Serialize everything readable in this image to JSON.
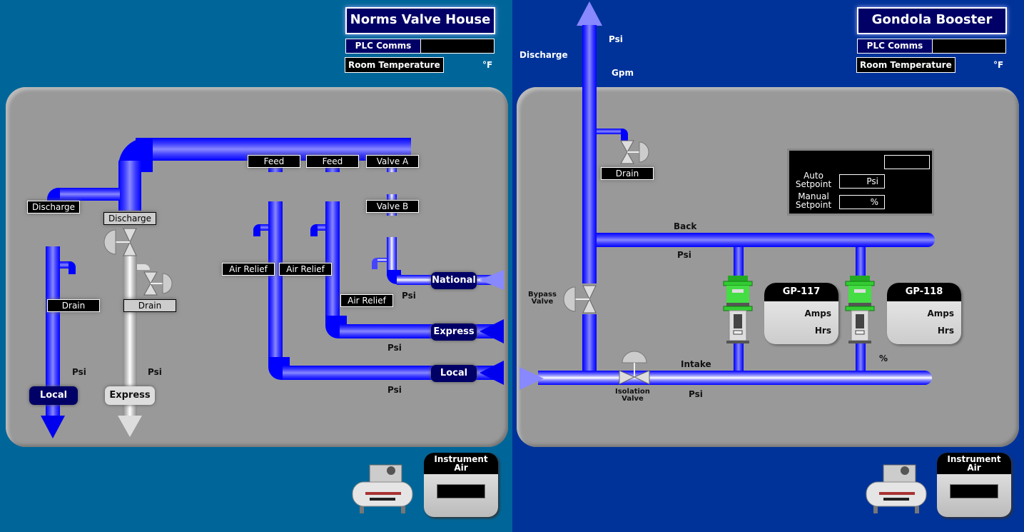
{
  "left": {
    "title": "Norms Valve House",
    "plc_comms_label": "PLC Comms",
    "plc_comms_value": "",
    "room_temp_label": "Room Temperature",
    "room_temp_unit": "°F",
    "tags": {
      "discharge_1": "Discharge",
      "discharge_2": "Discharge",
      "drain_1": "Drain",
      "drain_2": "Drain",
      "feed_1": "Feed",
      "feed_2": "Feed",
      "valve_a": "Valve A",
      "valve_b": "Valve B",
      "air_relief_1": "Air Relief",
      "air_relief_2": "Air Relief",
      "air_relief_3": "Air Relief"
    },
    "outlets": {
      "national": "National",
      "express": "Express",
      "local": "Local",
      "local_down": "Local",
      "express_down": "Express"
    },
    "units": {
      "psi_national": "Psi",
      "psi_express": "Psi",
      "psi_local": "Psi",
      "psi_local_down": "Psi",
      "psi_express_down": "Psi"
    },
    "instrument_air": {
      "label_line1": "Instrument",
      "label_line2": "Air",
      "value": ""
    }
  },
  "right": {
    "title": "Gondola Booster",
    "plc_comms_label": "PLC Comms",
    "plc_comms_value": "",
    "room_temp_label": "Room Temperature",
    "room_temp_unit": "°F",
    "discharge_label": "Discharge",
    "discharge_psi": "Psi",
    "discharge_gpm": "Gpm",
    "drain_tag": "Drain",
    "setpoints": {
      "top_value": "",
      "auto_label_1": "Auto",
      "auto_label_2": "Setpoint",
      "auto_unit": "Psi",
      "manual_label_1": "Manual",
      "manual_label_2": "Setpoint",
      "manual_unit": "%"
    },
    "back_label": "Back",
    "back_psi": "Psi",
    "bypass_label_1": "Bypass",
    "bypass_label_2": "Valve",
    "isolation_label_1": "Isolation",
    "isolation_label_2": "Valve",
    "intake_label": "Intake",
    "intake_psi": "Psi",
    "speed_unit": "%",
    "pumps": [
      {
        "name": "GP-117",
        "amps_label": "Amps",
        "hrs_label": "Hrs"
      },
      {
        "name": "GP-118",
        "amps_label": "Amps",
        "hrs_label": "Hrs"
      }
    ],
    "instrument_air": {
      "label_line1": "Instrument",
      "label_line2": "Air",
      "value": ""
    }
  }
}
